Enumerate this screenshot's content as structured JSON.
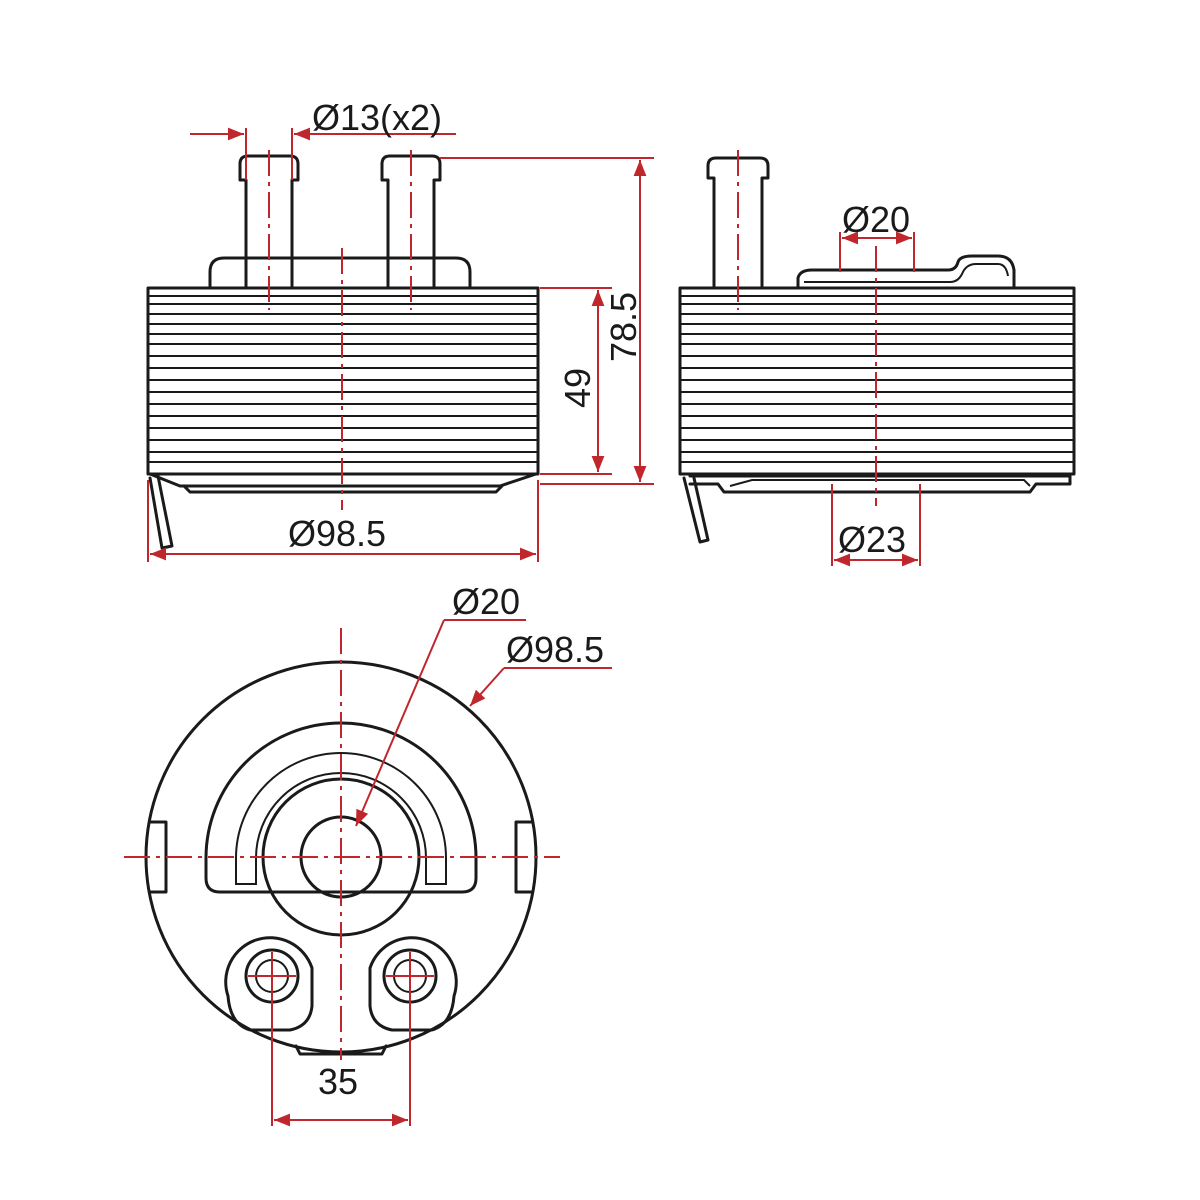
{
  "dimensions": {
    "port_diameter": "Ø13(x2)",
    "total_height": "78.5",
    "body_height": "49",
    "body_diameter_front": "Ø98.5",
    "outlet_diameter_side": "Ø20",
    "base_bore_diameter": "Ø23",
    "center_bore_diameter": "Ø20",
    "body_diameter_bottom": "Ø98.5",
    "port_spacing": "35"
  },
  "colors": {
    "outline": "#1a1a1a",
    "dimension": "#c0272d"
  }
}
